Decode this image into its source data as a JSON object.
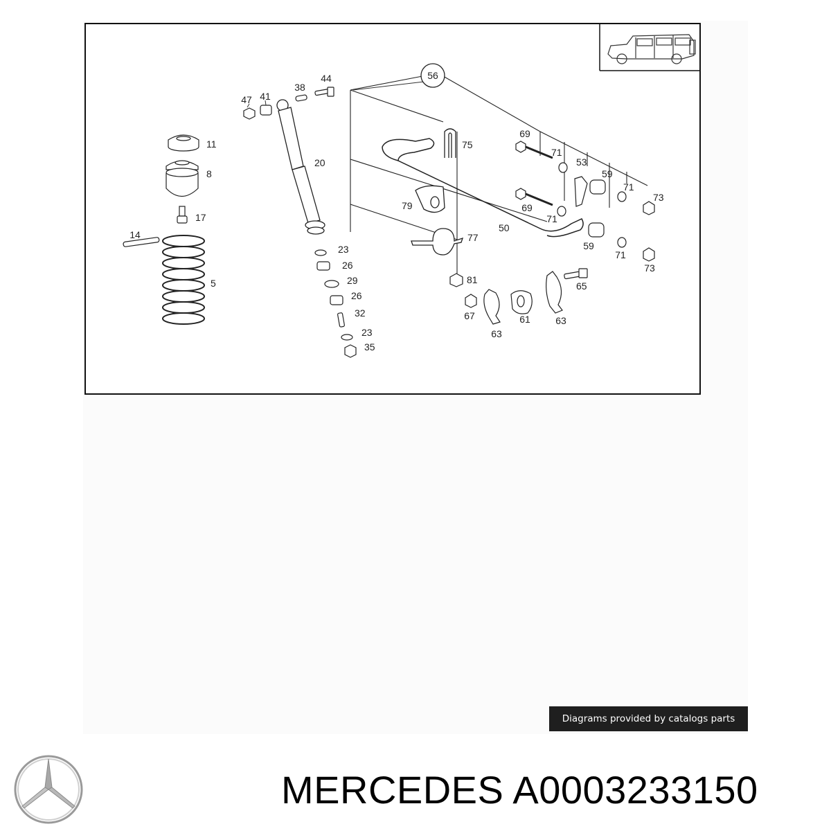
{
  "diagram": {
    "callouts": [
      {
        "id": "c56",
        "label": "56"
      },
      {
        "id": "c47",
        "label": "47"
      },
      {
        "id": "c41",
        "label": "41"
      },
      {
        "id": "c38",
        "label": "38"
      },
      {
        "id": "c44",
        "label": "44"
      },
      {
        "id": "c11",
        "label": "11"
      },
      {
        "id": "c8",
        "label": "8"
      },
      {
        "id": "c17",
        "label": "17"
      },
      {
        "id": "c14",
        "label": "14"
      },
      {
        "id": "c5",
        "label": "5"
      },
      {
        "id": "c20",
        "label": "20"
      },
      {
        "id": "c23a",
        "label": "23"
      },
      {
        "id": "c26a",
        "label": "26"
      },
      {
        "id": "c29",
        "label": "29"
      },
      {
        "id": "c26b",
        "label": "26"
      },
      {
        "id": "c32",
        "label": "32"
      },
      {
        "id": "c23b",
        "label": "23"
      },
      {
        "id": "c35",
        "label": "35"
      },
      {
        "id": "c75",
        "label": "75"
      },
      {
        "id": "c79",
        "label": "79"
      },
      {
        "id": "c77",
        "label": "77"
      },
      {
        "id": "c81",
        "label": "81"
      },
      {
        "id": "c50",
        "label": "50"
      },
      {
        "id": "c69a",
        "label": "69"
      },
      {
        "id": "c71a",
        "label": "71"
      },
      {
        "id": "c53",
        "label": "53"
      },
      {
        "id": "c59a",
        "label": "59"
      },
      {
        "id": "c71b",
        "label": "71"
      },
      {
        "id": "c73a",
        "label": "73"
      },
      {
        "id": "c69b",
        "label": "69"
      },
      {
        "id": "c71c",
        "label": "71"
      },
      {
        "id": "c59b",
        "label": "59"
      },
      {
        "id": "c71d",
        "label": "71"
      },
      {
        "id": "c73b",
        "label": "73"
      },
      {
        "id": "c65",
        "label": "65"
      },
      {
        "id": "c67",
        "label": "67"
      },
      {
        "id": "c61",
        "label": "61"
      },
      {
        "id": "c63a",
        "label": "63"
      },
      {
        "id": "c63b",
        "label": "63"
      }
    ]
  },
  "credit": "Diagrams provided by catalogs parts",
  "brand": "MERCEDES",
  "part_number": "A0003233150",
  "logo_icon": "mercedes-star-icon"
}
